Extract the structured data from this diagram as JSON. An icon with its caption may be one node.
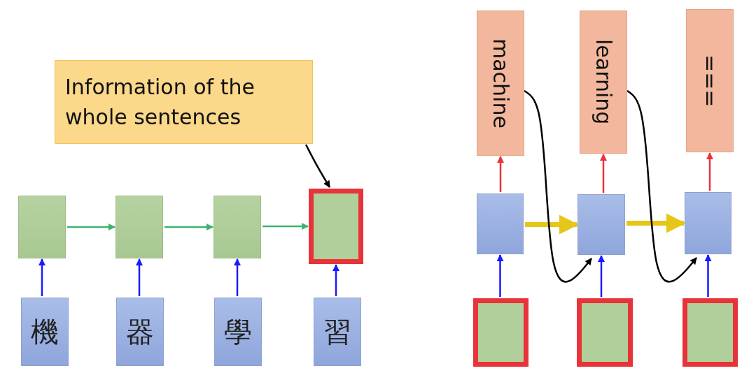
{
  "diagram": {
    "nodes": [
      {
        "text": [
          "Information of the whole sentences"
        ]
      },
      {
        "text": [],
        "shape": "box"
      },
      {
        "text": [],
        "shape": "box"
      },
      {
        "text": [],
        "shape": "box"
      },
      {
        "text": [],
        "shape": "box"
      },
      {
        "text": [
          "機"
        ]
      },
      {
        "text": [
          "器"
        ]
      },
      {
        "text": [
          "學"
        ]
      },
      {
        "text": [
          "習"
        ]
      },
      {
        "text": [
          "machine"
        ]
      },
      {
        "text": [
          "learning"
        ]
      },
      {
        "text": [
          "==="
        ]
      },
      {
        "text": [],
        "shape": "box"
      },
      {
        "text": [],
        "shape": "box"
      },
      {
        "text": [],
        "shape": "box"
      },
      {
        "text": [],
        "shape": "box"
      },
      {
        "text": [],
        "shape": "box"
      },
      {
        "text": [],
        "shape": "box"
      }
    ],
    "edges": [
      {
        "from": 0,
        "to": 4,
        "arrow": "to",
        "color": "#000000"
      },
      {
        "from": 1,
        "to": 2,
        "arrow": "to",
        "color": "#3cb371"
      },
      {
        "from": 2,
        "to": 3,
        "arrow": "to",
        "color": "#3cb371"
      },
      {
        "from": 3,
        "to": 4,
        "arrow": "to",
        "color": "#3cb371"
      },
      {
        "from": 5,
        "to": 1,
        "arrow": "to"
      },
      {
        "from": 6,
        "to": 2,
        "arrow": "to"
      },
      {
        "from": 7,
        "to": 3,
        "arrow": "to"
      },
      {
        "from": 8,
        "to": 4,
        "arrow": "to"
      },
      {
        "from": 12,
        "to": 9,
        "arrow": "to",
        "color": "#e8333a"
      },
      {
        "from": 13,
        "to": 10,
        "arrow": "to",
        "color": "#e8333a"
      },
      {
        "from": 14,
        "to": 11,
        "arrow": "to",
        "color": "#e8333a"
      },
      {
        "from": 12,
        "to": 13,
        "arrow": "to",
        "style": "thick",
        "color": "#e6c619"
      },
      {
        "from": 13,
        "to": 14,
        "arrow": "to",
        "style": "thick",
        "color": "#e6c619"
      },
      {
        "from": 15,
        "to": 12,
        "arrow": "to"
      },
      {
        "from": 16,
        "to": 13,
        "arrow": "to"
      },
      {
        "from": 17,
        "to": 14,
        "arrow": "to"
      },
      {
        "from": 9,
        "to": 13,
        "arrow": "to",
        "color": "#000000"
      },
      {
        "from": 10,
        "to": 14,
        "arrow": "to",
        "color": "#000000"
      }
    ]
  }
}
